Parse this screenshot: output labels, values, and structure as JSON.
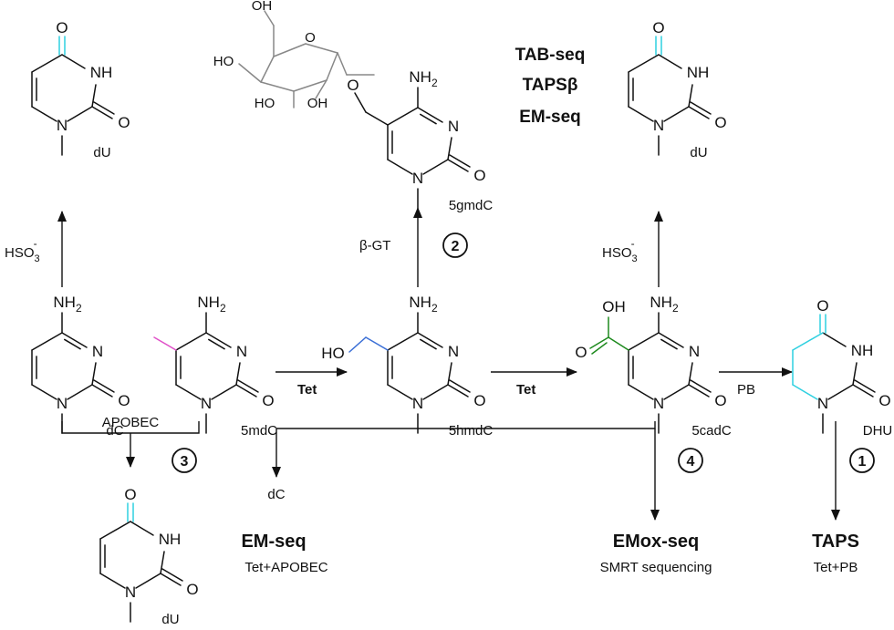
{
  "colors": {
    "cyan": "#2fd0e0",
    "magenta": "#e050c8",
    "blue": "#3b6fd6",
    "green": "#1e8a1e",
    "gray": "#888888"
  },
  "atoms": {
    "nh2": "NH",
    "two": "2",
    "nh": "NH",
    "n": "N",
    "o": "O",
    "oh": "OH",
    "ho": "HO"
  },
  "compounds": {
    "dC": "dC",
    "mdC": "5mdC",
    "hmdC": "5hmdC",
    "cadC": "5cadC",
    "gmdC": "5gmdC",
    "dU": "dU",
    "DHU": "DHU"
  },
  "reagents": {
    "tet": "Tet",
    "bgt": "β-GT",
    "pb": "PB",
    "apobec": "APOBEC",
    "hso3": "HSO",
    "hso3_sub": "3",
    "hso3_sup": "-"
  },
  "steps": [
    "1",
    "2",
    "3",
    "4"
  ],
  "top_methods": [
    "TAB-seq",
    "TAPSβ",
    "EM-seq"
  ],
  "methods": {
    "em": {
      "name": "EM-seq",
      "desc": "Tet+APOBEC",
      "product": "dC"
    },
    "emox": {
      "name": "EMox-seq",
      "desc": "SMRT sequencing"
    },
    "taps": {
      "name": "TAPS",
      "desc": "Tet+PB"
    }
  }
}
